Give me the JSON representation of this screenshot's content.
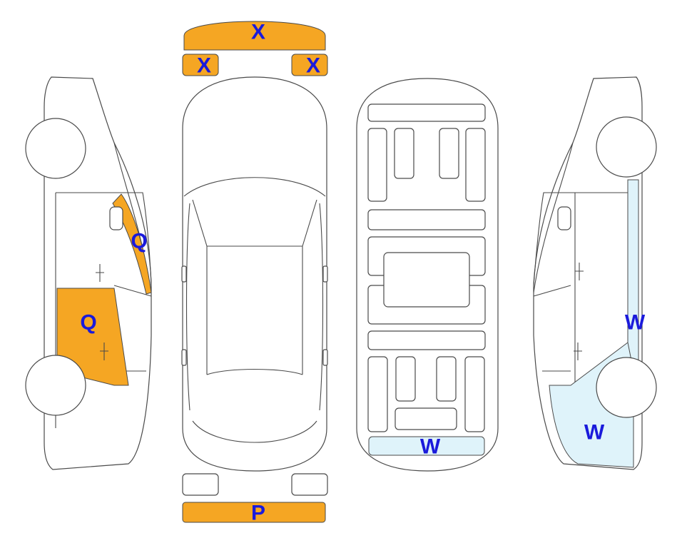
{
  "colors": {
    "orange_fill": "#f5a623",
    "blue_fill": "#dff3fa",
    "code_text": "#1a1adb",
    "outline": "#4a4a4a"
  },
  "codes": {
    "front_bumper": "X",
    "left_headlight": "X",
    "right_headlight": "X",
    "rear_bumper": "P",
    "left_front_door": "Q",
    "left_a_pillar": "Q",
    "underbody_rear": "W",
    "right_rocker": "W",
    "right_rear_quarter": "W"
  }
}
